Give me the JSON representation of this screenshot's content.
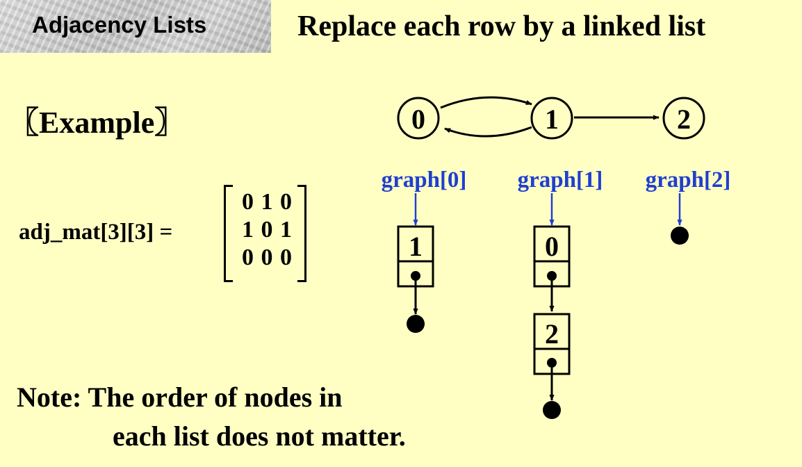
{
  "header": {
    "tab_label": "Adjacency Lists",
    "title": "Replace each row by a linked list"
  },
  "example_label": "〖Example〗",
  "matrix": {
    "label": "adj_mat[3][3] =",
    "rows": [
      "0 1 0",
      "1 0 1",
      "0 0 0"
    ]
  },
  "graph": {
    "nodes": [
      "0",
      "1",
      "2"
    ],
    "edges": [
      [
        "0",
        "1"
      ],
      [
        "1",
        "0"
      ],
      [
        "1",
        "2"
      ]
    ]
  },
  "lists": [
    {
      "head_label": "graph[0]",
      "items": [
        "1"
      ]
    },
    {
      "head_label": "graph[1]",
      "items": [
        "0",
        "2"
      ]
    },
    {
      "head_label": "graph[2]",
      "items": []
    }
  ],
  "note": {
    "line1": "Note:  The order of nodes in",
    "line2": "each list does not matter."
  },
  "colors": {
    "background": "#FFFFC4",
    "pointer_label": "#1F3FD0",
    "ink": "#000000"
  }
}
